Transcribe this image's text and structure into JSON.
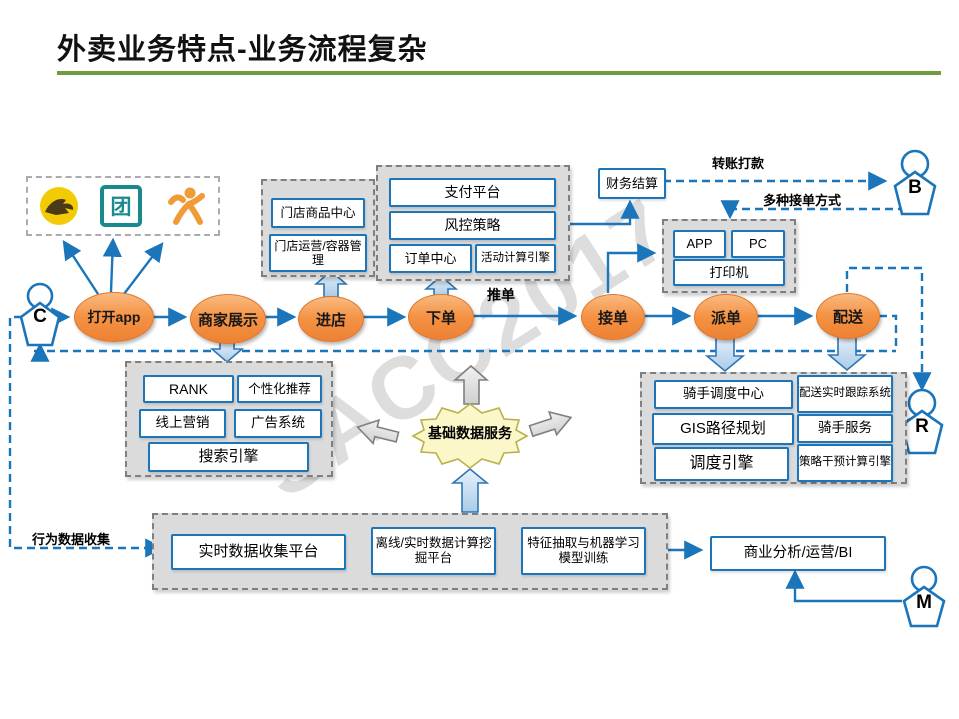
{
  "title": "外卖业务特点-业务流程复杂",
  "watermark": "SACC2017",
  "actors": {
    "customer": "C",
    "merchant": "B",
    "rider": "R",
    "manager": "M"
  },
  "apps": {
    "icon1": "meituan-waimai-kangaroo",
    "icon2": "meituan-tuan-square",
    "icon3": "dianping-figure",
    "team_glyph": "团"
  },
  "flow": {
    "open_app": "打开app",
    "merchant_display": "商家展示",
    "enter_store": "进店",
    "place_order": "下单",
    "accept_order": "接单",
    "dispatch_order": "派单",
    "delivery": "配送",
    "push_order_label": "推单"
  },
  "store_box": {
    "item1": "门店商品中心",
    "item2": "门店运营/容器管理"
  },
  "payment_box": {
    "item1": "支付平台",
    "item2": "风控策略",
    "item3": "订单中心",
    "item4": "活动计算引擎"
  },
  "finance": {
    "settle": "财务结算",
    "transfer_label": "转账打款",
    "multi_accept_label": "多种接单方式"
  },
  "accept_box": {
    "item1": "APP",
    "item2": "PC",
    "item3": "打印机"
  },
  "rank_box": {
    "item1": "RANK",
    "item2": "个性化推荐",
    "item3": "线上营销",
    "item4": "广告系统",
    "item5": "搜索引擎"
  },
  "base_service": {
    "label": "基础数据服务"
  },
  "rider_box": {
    "item1": "骑手调度中心",
    "item2": "配送实时跟踪系统",
    "item3": "GIS路径规划",
    "item4": "骑手服务",
    "item5": "调度引擎",
    "item6": "策略干预计算引擎"
  },
  "data_pipeline": {
    "collect_label": "行为数据收集",
    "item1": "实时数据收集平台",
    "item2": "离线/实时数据计算挖掘平台",
    "item3": "特征抽取与机器学习模型训练"
  },
  "bi": {
    "label": "商业分析/运营/BI"
  },
  "colors": {
    "accent_blue": "#1B75BB",
    "node_orange": "#ED8134",
    "rule_green": "#6E9C3F",
    "cloud_yellow": "#FBF7C8",
    "container_gray": "#DBDBDB"
  }
}
